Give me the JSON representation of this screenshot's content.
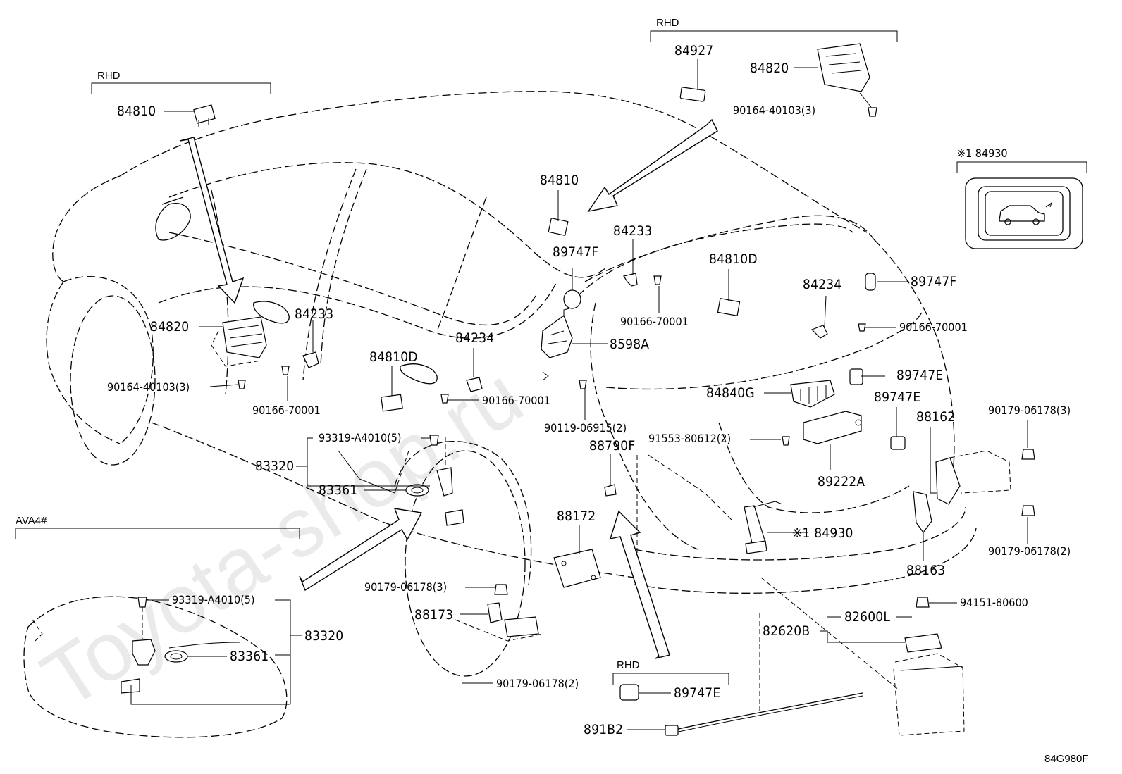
{
  "watermark": "Toyota-shop.ru",
  "figure_code": "84G980F",
  "headers": {
    "rhd_left": "RHD",
    "rhd_top": "RHD",
    "rhd_bottom": "RHD",
    "ava4": "AVA4#",
    "note_84930": "※1 84930"
  },
  "parts": {
    "p84810_a": "84810",
    "p84927": "84927",
    "p84820_top": "84820",
    "p90164_top": "90164-40103(3)",
    "p84810_b": "84810",
    "p84233_b": "84233",
    "p89747F_a": "89747F",
    "p84810D_b": "84810D",
    "p90166_b": "90166-70001",
    "p84234_b": "84234",
    "p89747F_b": "89747F",
    "p90166_c": "90166-70001",
    "p8598A": "8598A",
    "p84820_l": "84820",
    "p84233_a": "84233",
    "p90164_l": "90164-40103(3)",
    "p90166_a": "90166-70001",
    "p84810D_a": "84810D",
    "p84234_a": "84234",
    "p90166_d": "90166-70001",
    "p90119": "90119-06915(2)",
    "p84840G": "84840G",
    "p89747E_a": "89747E",
    "p89747E_b": "89747E",
    "p93319_a": "93319-A4010(5)",
    "p83320_a": "83320",
    "p83361_a": "83361",
    "p88790F": "88790F",
    "p91553": "91553-80612(2)",
    "p89222A": "89222A",
    "p88162": "88162",
    "p90179_r1": "90179-06178(3)",
    "p84930_m": "※1 84930",
    "p88172": "88172",
    "p90179_r2": "90179-06178(2)",
    "p88163": "88163",
    "p90179_m": "90179-06178(3)",
    "p88173": "88173",
    "p94151": "94151-80600",
    "p82620B": "82620B",
    "p82600L": "82600L",
    "p93319_b": "93319-A4010(5)",
    "p83320_b": "83320",
    "p83361_b": "83361",
    "p90179_b": "90179-06178(2)",
    "p89747E_c": "89747E",
    "p891B2": "891B2"
  }
}
